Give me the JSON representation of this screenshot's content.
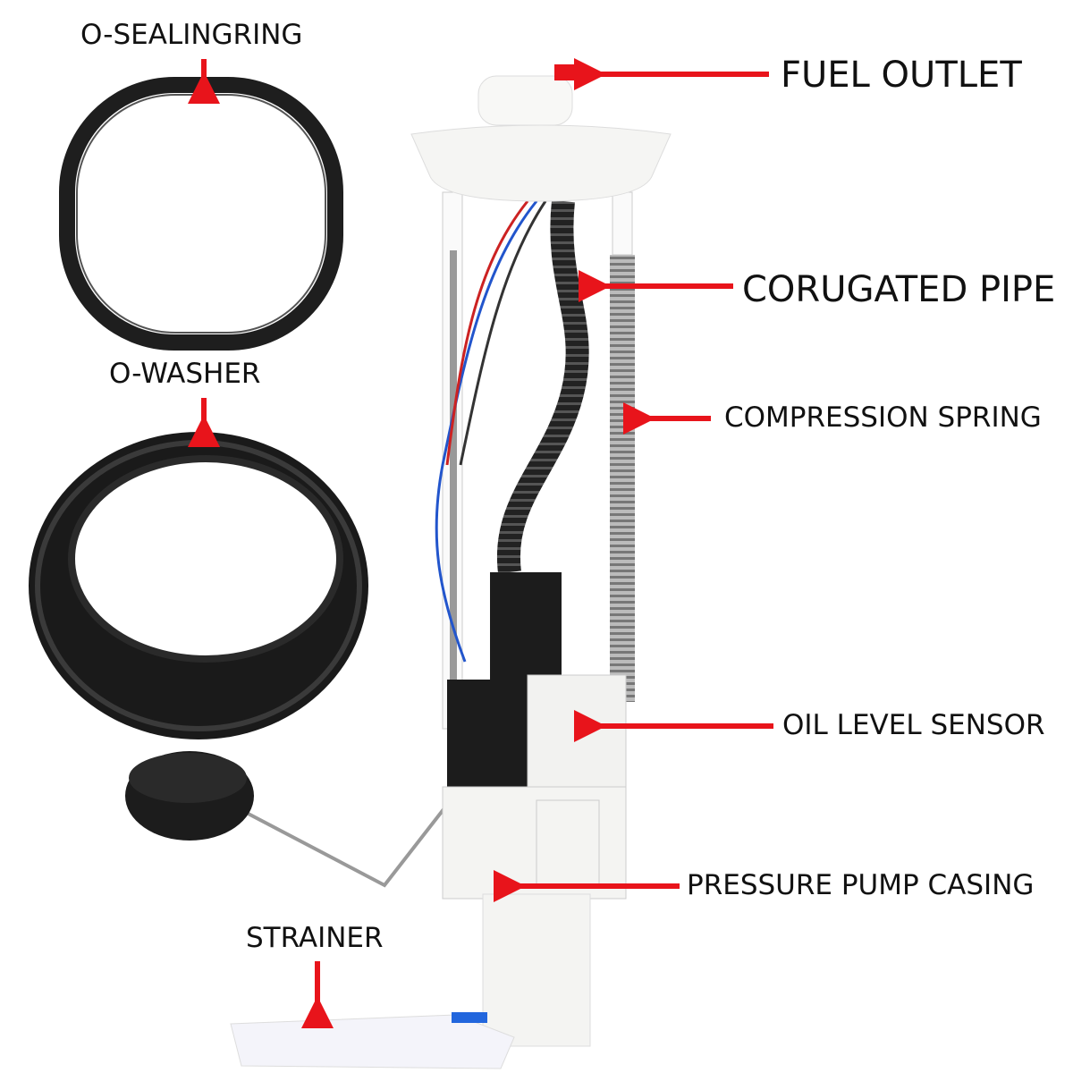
{
  "labels": {
    "o_sealing_ring": "O-SEALINGRING",
    "o_washer": "O-WASHER",
    "fuel_outlet": "FUEL OUTLET",
    "corrugated_pipe": "CORUGATED PIPE",
    "compression_spring": "COMPRESSION SPRING",
    "oil_level_sensor": "OIL LEVEL SENSOR",
    "pressure_pump_casing": "PRESSURE PUMP CASING",
    "strainer": "STRAINER"
  },
  "colors": {
    "arrow": "#e8141b",
    "rubber": "#1e1e1e",
    "plastic": "#f2f2f0",
    "text": "#111111"
  }
}
